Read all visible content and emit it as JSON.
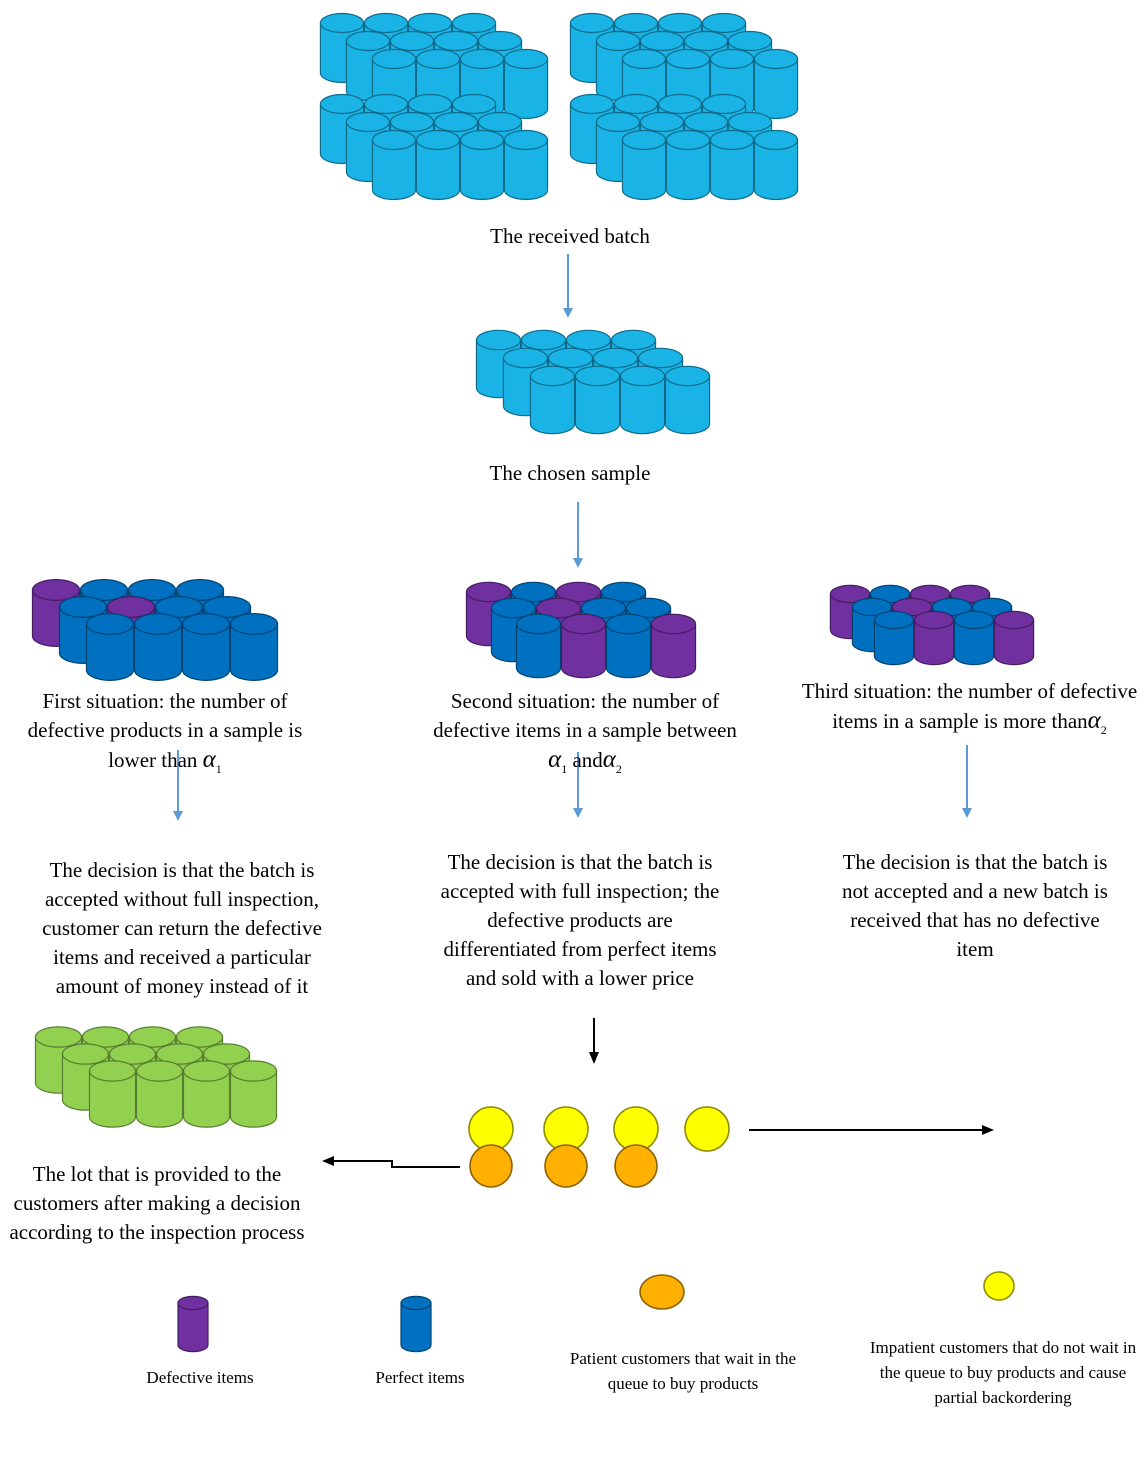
{
  "colors": {
    "batch_blue": "#1ab3e6",
    "perfect_blue": "#0070c0",
    "defective_purple": "#7030a0",
    "accepted_green": "#92d050",
    "impatient_yellow": "#ffff00",
    "patient_orange": "#ffb000",
    "arrow_blue": "#5b9bd5",
    "arrow_black": "#000000"
  },
  "captions": {
    "received_batch": "The received batch",
    "chosen_sample": "The chosen sample",
    "first_situation": "First situation:  the number of defective products in a sample is lower than",
    "second_situation": "Second situation:  the number of defective items in a sample between",
    "second_and": "and",
    "third_situation": "Third situation:  the number of defective items in a sample is more than",
    "alpha": "α",
    "sub1": "1",
    "sub2": "2",
    "decision_1": "The decision is that the batch is accepted without full inspection, customer can return the defective items and received a particular amount of money instead of it",
    "decision_2": "The decision is that the batch is accepted with full inspection; the defective products are differentiated from perfect items and sold with a lower price",
    "decision_3": "The decision is that the batch is not accepted and a new batch is received that has no defective item",
    "lot_provided": "The lot that is provided to the customers after making a decision according to the inspection process"
  },
  "legend": {
    "defective": "Defective items",
    "perfect": "Perfect items",
    "patient": "Patient customers that wait in the queue to buy products",
    "impatient": "Impatient customers that do not wait in the queue to buy products and cause partial backordering"
  }
}
